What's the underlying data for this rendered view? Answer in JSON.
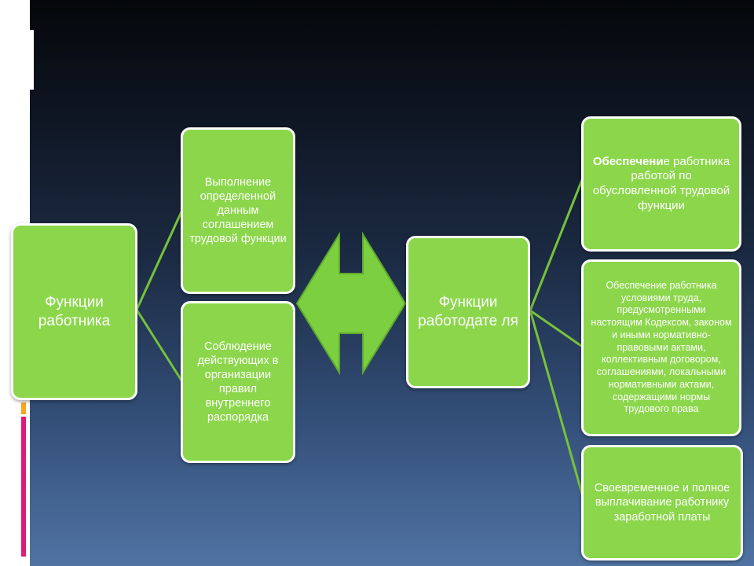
{
  "left_node": {
    "label": "Функции работника"
  },
  "employee_functions": [
    "Выполнение определенной данным соглашением трудовой функции",
    "Соблюдение действующих в организации правил внутреннего распорядка"
  ],
  "right_node": {
    "label": "Функции работодате ля"
  },
  "employer_functions": [
    {
      "bold": "Обеспечени",
      "rest": "е работника работой по обусловленной трудовой функции"
    },
    {
      "text": "Обеспечение работника условиями труда, предусмотренными настоящим Кодексом, законом и иными нормативно-правовыми актами, коллективным договором, соглашениями, локальными нормативными актами, содержащими нормы трудового права"
    },
    {
      "text": "Своевременное и полное выплачивание работнику заработной платы"
    }
  ],
  "colors": {
    "box": "#8bd64a",
    "connector": "#78c23a",
    "arrow": "#7ccf3f",
    "accent_orange": "#f5a623",
    "accent_pink": "#e0197b"
  }
}
